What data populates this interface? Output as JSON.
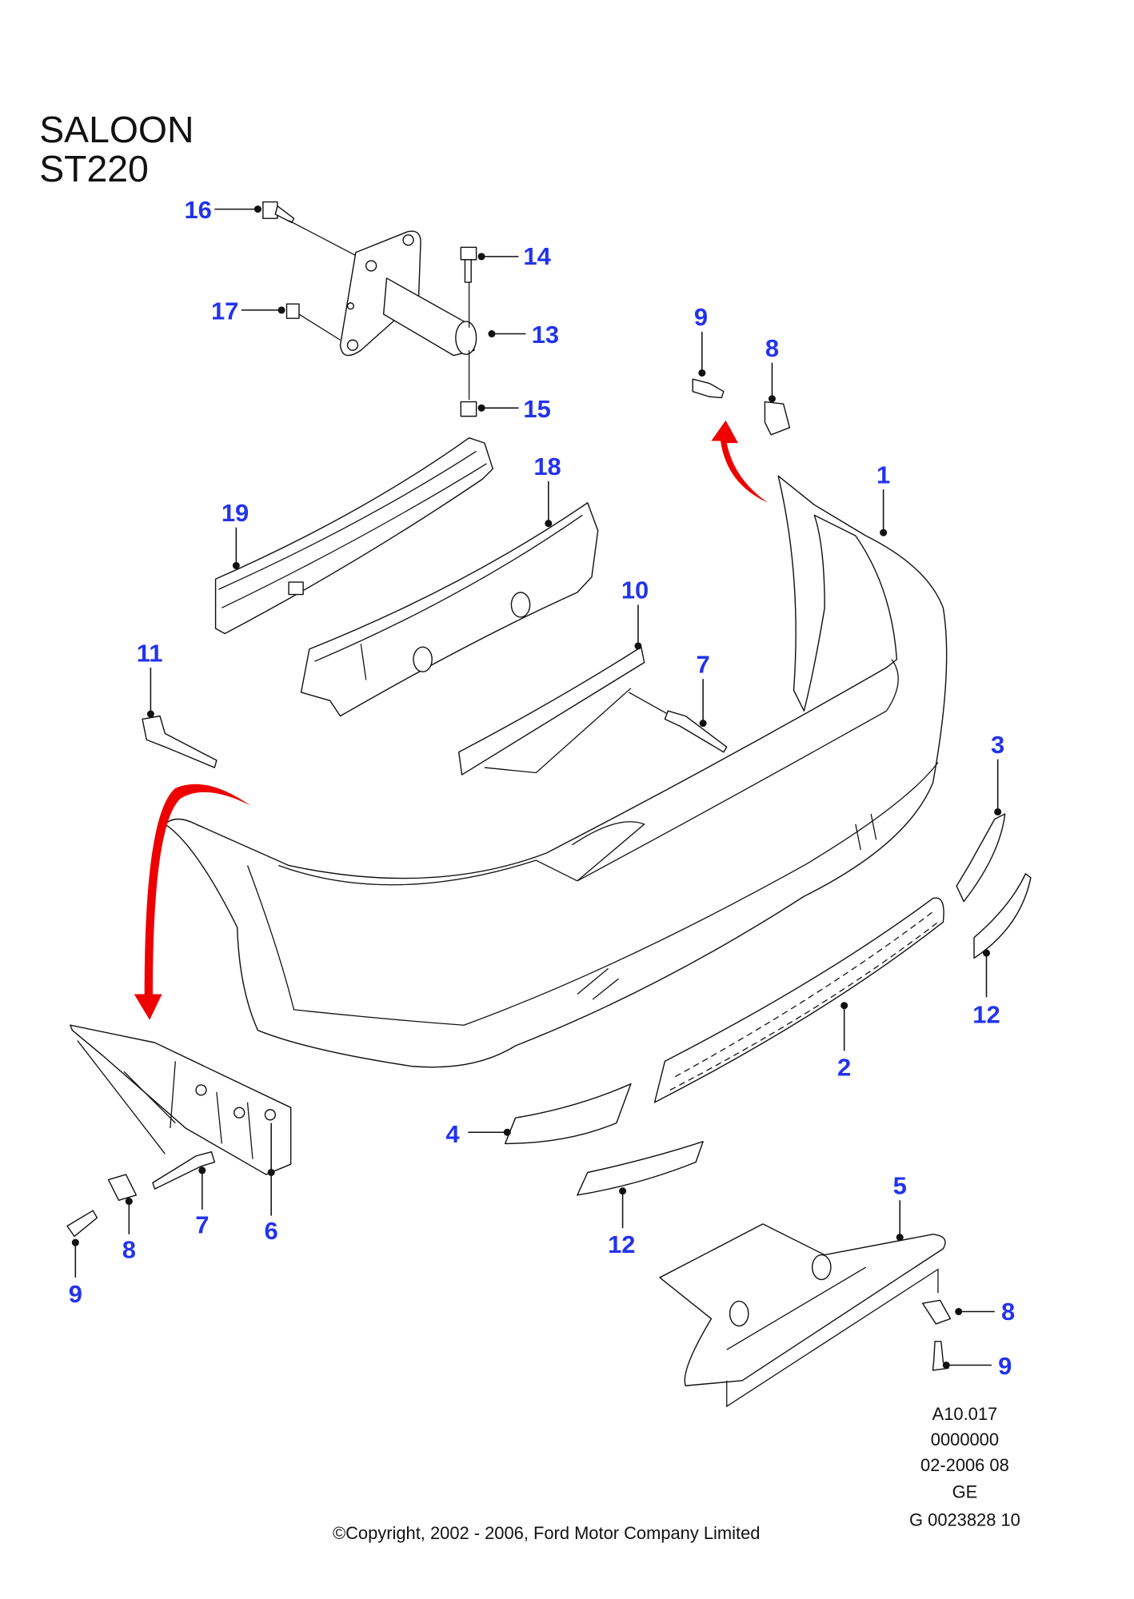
{
  "header": {
    "line1": "SALOON",
    "line2": "ST220"
  },
  "callouts": [
    "16",
    "14",
    "17",
    "13",
    "15",
    "9",
    "8",
    "18",
    "1",
    "19",
    "10",
    "7",
    "11",
    "3",
    "12",
    "2",
    "4",
    "12",
    "5",
    "6",
    "7",
    "8",
    "9",
    "8",
    "9"
  ],
  "reference": {
    "lines": [
      "A10.017",
      "0000000",
      "02-2006 08",
      "GE",
      "G 0023828 10"
    ]
  },
  "copyright": "©Copyright, 2002 - 2006, Ford Motor Company Limited",
  "colors": {
    "callout": "#2233ee",
    "arrow": "#ee0000",
    "line": "#111111"
  }
}
